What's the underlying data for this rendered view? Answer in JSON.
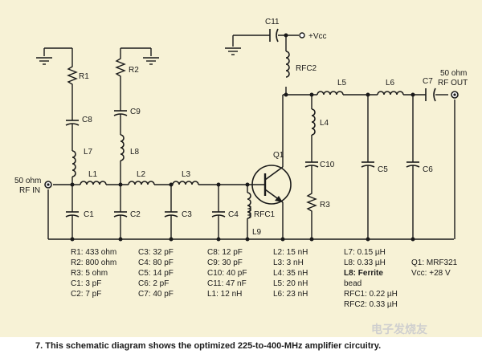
{
  "components": {
    "R1": "R1",
    "R2": "R2",
    "R3": "R3",
    "C1": "C1",
    "C2": "C2",
    "C3": "C3",
    "C4": "C4",
    "C5": "C5",
    "C6": "C6",
    "C7": "C7",
    "C8": "C8",
    "C9": "C9",
    "C10": "C10",
    "C11": "C11",
    "L1": "L1",
    "L2": "L2",
    "L3": "L3",
    "L4": "L4",
    "L5": "L5",
    "L6": "L6",
    "L7": "L7",
    "L8": "L8",
    "L9": "L9",
    "RFC1": "RFC1",
    "RFC2": "RFC2",
    "Q1": "Q1"
  },
  "ports": {
    "vcc": "+Vcc",
    "rf_in_line1": "50 ohm",
    "rf_in_line2": "RF IN",
    "rf_out_line1": "50 ohm",
    "rf_out_line2": "RF OUT"
  },
  "values": {
    "col1": [
      "R1: 433 ohm",
      "R2: 800 ohm",
      "R3: 5 ohm",
      "C1: 3 pF",
      "C2: 7 pF"
    ],
    "col2": [
      "C3: 32 pF",
      "C4: 80 pF",
      "C5: 14 pF",
      "C6: 2 pF",
      "C7: 40 pF"
    ],
    "col3": [
      "C8: 12 pF",
      "C9: 30 pF",
      "C10: 40 pF",
      "C11: 47 nF",
      "L1: 12 nH"
    ],
    "col4": [
      "L2: 15 nH",
      "L3: 3 nH",
      "L4: 35 nH",
      "L5: 20 nH",
      "L6: 23 nH"
    ],
    "col5": [
      "L7: 0.15 µH",
      "L8: 0.33 µH",
      "L8: Ferrite",
      "bead",
      "RFC1: 0.22 µH",
      "RFC2: 0.33 µH"
    ],
    "col6": [
      "Q1: MRF321",
      "Vcc: +28 V"
    ]
  },
  "caption": "7. This schematic diagram shows the optimized 225-to-400-MHz amplifier circuitry.",
  "watermark": "电子发烧友"
}
